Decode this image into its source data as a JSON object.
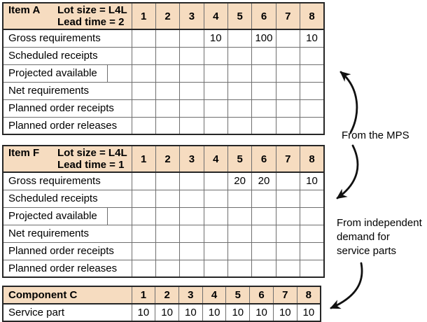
{
  "colors": {
    "header_bg": "#f6dcc0",
    "border_dark": "#262626",
    "arrow": "#111111"
  },
  "tables": [
    {
      "item_label": "Item A",
      "lot_size": "Lot size = L4L",
      "lead_time": "Lead time = 2",
      "periods": [
        "1",
        "2",
        "3",
        "4",
        "5",
        "6",
        "7",
        "8"
      ],
      "rows": [
        {
          "label": "Gross requirements",
          "values": [
            "",
            "",
            "",
            "10",
            "",
            "100",
            "",
            "10"
          ]
        },
        {
          "label": "Scheduled receipts",
          "values": [
            "",
            "",
            "",
            "",
            "",
            "",
            "",
            ""
          ]
        },
        {
          "label": "Projected available",
          "extra_cell": "",
          "values": [
            "",
            "",
            "",
            "",
            "",
            "",
            "",
            ""
          ]
        },
        {
          "label": "Net requirements",
          "values": [
            "",
            "",
            "",
            "",
            "",
            "",
            "",
            ""
          ]
        },
        {
          "label": "Planned order receipts",
          "values": [
            "",
            "",
            "",
            "",
            "",
            "",
            "",
            ""
          ]
        },
        {
          "label": "Planned order releases",
          "values": [
            "",
            "",
            "",
            "",
            "",
            "",
            "",
            ""
          ]
        }
      ]
    },
    {
      "item_label": "Item F",
      "lot_size": "Lot size = L4L",
      "lead_time": "Lead time = 1",
      "periods": [
        "1",
        "2",
        "3",
        "4",
        "5",
        "6",
        "7",
        "8"
      ],
      "rows": [
        {
          "label": "Gross requirements",
          "values": [
            "",
            "",
            "",
            "",
            "20",
            "20",
            "",
            "10"
          ]
        },
        {
          "label": "Scheduled receipts",
          "values": [
            "",
            "",
            "",
            "",
            "",
            "",
            "",
            ""
          ]
        },
        {
          "label": "Projected available",
          "extra_cell": "",
          "values": [
            "",
            "",
            "",
            "",
            "",
            "",
            "",
            ""
          ]
        },
        {
          "label": "Net requirements",
          "values": [
            "",
            "",
            "",
            "",
            "",
            "",
            "",
            ""
          ]
        },
        {
          "label": "Planned order receipts",
          "values": [
            "",
            "",
            "",
            "",
            "",
            "",
            "",
            ""
          ]
        },
        {
          "label": "Planned order releases",
          "values": [
            "",
            "",
            "",
            "",
            "",
            "",
            "",
            ""
          ]
        }
      ]
    },
    {
      "item_label": "Component C",
      "periods": [
        "1",
        "2",
        "3",
        "4",
        "5",
        "6",
        "7",
        "8"
      ],
      "rows": [
        {
          "label": "Service part",
          "values": [
            "10",
            "10",
            "10",
            "10",
            "10",
            "10",
            "10",
            "10"
          ]
        }
      ]
    }
  ],
  "annotations": {
    "from_mps": "From the MPS",
    "independent_line1": "From independent",
    "independent_line2": "demand for",
    "independent_line3": "service parts"
  }
}
